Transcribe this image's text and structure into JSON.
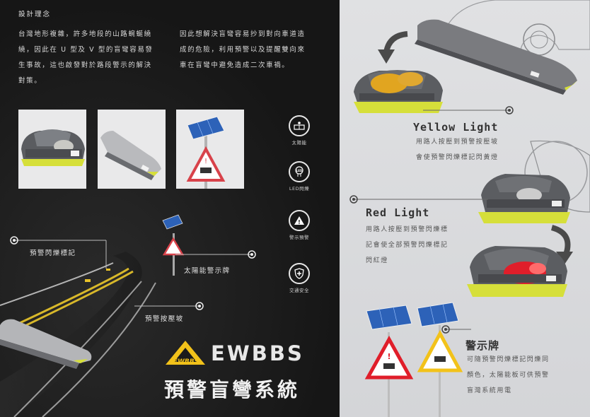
{
  "concept": {
    "title": "設計理念",
    "col1": [
      "台灣地形複雜，許多地段的山路蜿蜒繞",
      "繞，因此在 U 型及 V 型的盲彎容易發",
      "生事故，這也啟發對於路段警示的解決",
      "對策。"
    ],
    "col2": [
      "因此想解決盲彎容易抄到對向車道造",
      "成的危險，利用預警以及提醒雙向來",
      "車在盲彎中避免造成二次車禍。"
    ]
  },
  "features": [
    {
      "icon": "solar-panel-icon",
      "label": "太陽能"
    },
    {
      "icon": "led-icon",
      "label": "LED閃爍"
    },
    {
      "icon": "warning-icon",
      "label": "警示預警"
    },
    {
      "icon": "shield-plus-icon",
      "label": "交通安全"
    }
  ],
  "callouts": {
    "marker": "預警閃爍標記",
    "solar_sign": "太陽能警示牌",
    "button": "預警按壓坡"
  },
  "brand": {
    "logo_text": "EWBBS",
    "name": "EWBBS",
    "subtitle": "預警盲彎系統"
  },
  "yellow": {
    "title": "Yellow Light",
    "lines": [
      "用路人按壓到預警按壓坡",
      "會使預警閃爍標記閃黃燈"
    ]
  },
  "red": {
    "title": "Red Light",
    "lines": [
      "用路人按壓到預警閃爍標",
      "記會使全部預警閃爍標記",
      "閃紅燈"
    ]
  },
  "sign": {
    "title": "警示牌",
    "lines": [
      "可隨預警閃爍標記閃爍同",
      "顏色，太陽能板可供預警",
      "盲灣系統用電"
    ]
  },
  "colors": {
    "accent_yellow": "#f2c21a",
    "accent_red": "#e01e2a",
    "bg_dark": "#1b1b1b",
    "bg_light": "#dcdde0"
  }
}
